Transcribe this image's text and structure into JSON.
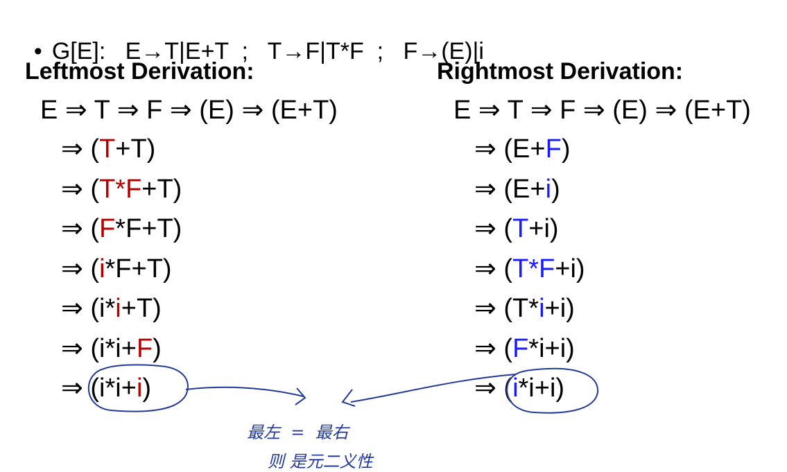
{
  "grammar": {
    "bullet": "•",
    "text": "G[E]:   E→T|E+T  ;   T→F|T*F  ;   F→(E)|i"
  },
  "left": {
    "heading": "Leftmost Derivation:",
    "first_line": "E ⇒ T ⇒ F ⇒ (E) ⇒ (E+T)",
    "arrow": "⇒ ",
    "steps": [
      [
        {
          "t": "("
        },
        {
          "t": "T",
          "h": true
        },
        {
          "t": "+T)"
        }
      ],
      [
        {
          "t": "("
        },
        {
          "t": "T*F",
          "h": true
        },
        {
          "t": "+T)"
        }
      ],
      [
        {
          "t": "("
        },
        {
          "t": "F",
          "h": true
        },
        {
          "t": "*F+T)"
        }
      ],
      [
        {
          "t": "("
        },
        {
          "t": "i",
          "h": true
        },
        {
          "t": "*F+T)"
        }
      ],
      [
        {
          "t": "(i*"
        },
        {
          "t": "i",
          "h": true
        },
        {
          "t": "+T)"
        }
      ],
      [
        {
          "t": "(i*i+"
        },
        {
          "t": "F",
          "h": true
        },
        {
          "t": ")"
        }
      ],
      [
        {
          "t": "(i*i+"
        },
        {
          "t": "i",
          "h": true
        },
        {
          "t": ")"
        }
      ]
    ]
  },
  "right": {
    "heading": "Rightmost Derivation:",
    "first_line": "E ⇒ T ⇒ F ⇒ (E) ⇒ (E+T)",
    "arrow": "⇒ ",
    "steps": [
      [
        {
          "t": "(E+"
        },
        {
          "t": "F",
          "h": true
        },
        {
          "t": ")"
        }
      ],
      [
        {
          "t": "(E+"
        },
        {
          "t": "i",
          "h": true
        },
        {
          "t": ")"
        }
      ],
      [
        {
          "t": "("
        },
        {
          "t": "T",
          "h": true
        },
        {
          "t": "+i)"
        }
      ],
      [
        {
          "t": "("
        },
        {
          "t": "T*F",
          "h": true
        },
        {
          "t": "+i)"
        }
      ],
      [
        {
          "t": "(T*"
        },
        {
          "t": "i",
          "h": true
        },
        {
          "t": "+i)"
        }
      ],
      [
        {
          "t": "("
        },
        {
          "t": "F",
          "h": true
        },
        {
          "t": "*i+i)"
        }
      ],
      [
        {
          "t": "("
        },
        {
          "t": "i",
          "h": true
        },
        {
          "t": "*i+i)"
        }
      ]
    ]
  },
  "colors": {
    "left_highlight": "#b30000",
    "right_highlight": "#1a1aff",
    "handwriting": "#20389a"
  },
  "annotation": {
    "line1": "最左  =  最右",
    "line2": "则 是元二义性"
  }
}
